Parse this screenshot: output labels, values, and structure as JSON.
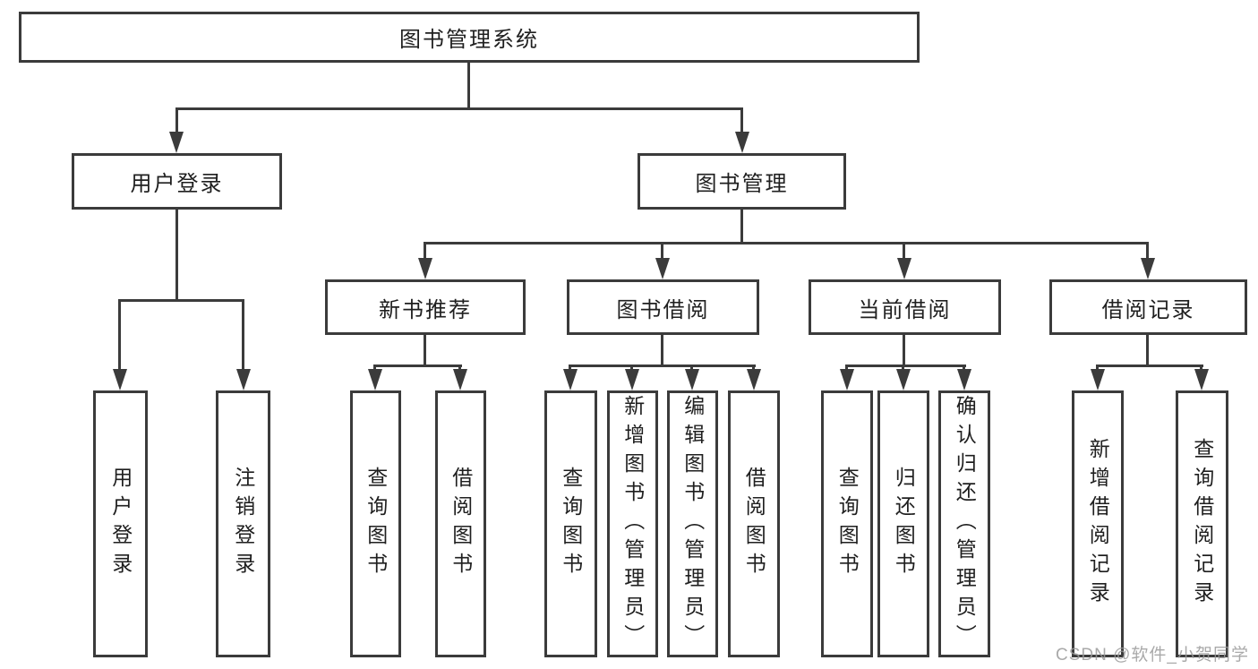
{
  "diagram": {
    "root": {
      "label": "图书管理系统"
    },
    "branches": {
      "user_login": {
        "label": "用户登录",
        "children": [
          {
            "label": "用户登录"
          },
          {
            "label": "注销登录"
          }
        ]
      },
      "book_management": {
        "label": "图书管理",
        "children": [
          {
            "label": "新书推荐",
            "children": [
              {
                "label": "查询图书"
              },
              {
                "label": "借阅图书"
              }
            ]
          },
          {
            "label": "图书借阅",
            "children": [
              {
                "label": "查询图书"
              },
              {
                "label": "新增图书（管理员）"
              },
              {
                "label": "编辑图书（管理员）"
              },
              {
                "label": "借阅图书"
              }
            ]
          },
          {
            "label": "当前借阅",
            "children": [
              {
                "label": "查询图书"
              },
              {
                "label": "归还图书"
              },
              {
                "label": "确认归还（管理员）"
              }
            ]
          },
          {
            "label": "借阅记录",
            "children": [
              {
                "label": "新增借阅记录"
              },
              {
                "label": "查询借阅记录"
              }
            ]
          }
        ]
      }
    }
  },
  "watermark": {
    "text": "CSDN @软件_小贺同学"
  },
  "colors": {
    "background": "#ffffff",
    "line": "#3b3b3b",
    "box_border": "#3b3b3b",
    "text": "#1f1f1f",
    "watermark": "#9a9a9a"
  }
}
